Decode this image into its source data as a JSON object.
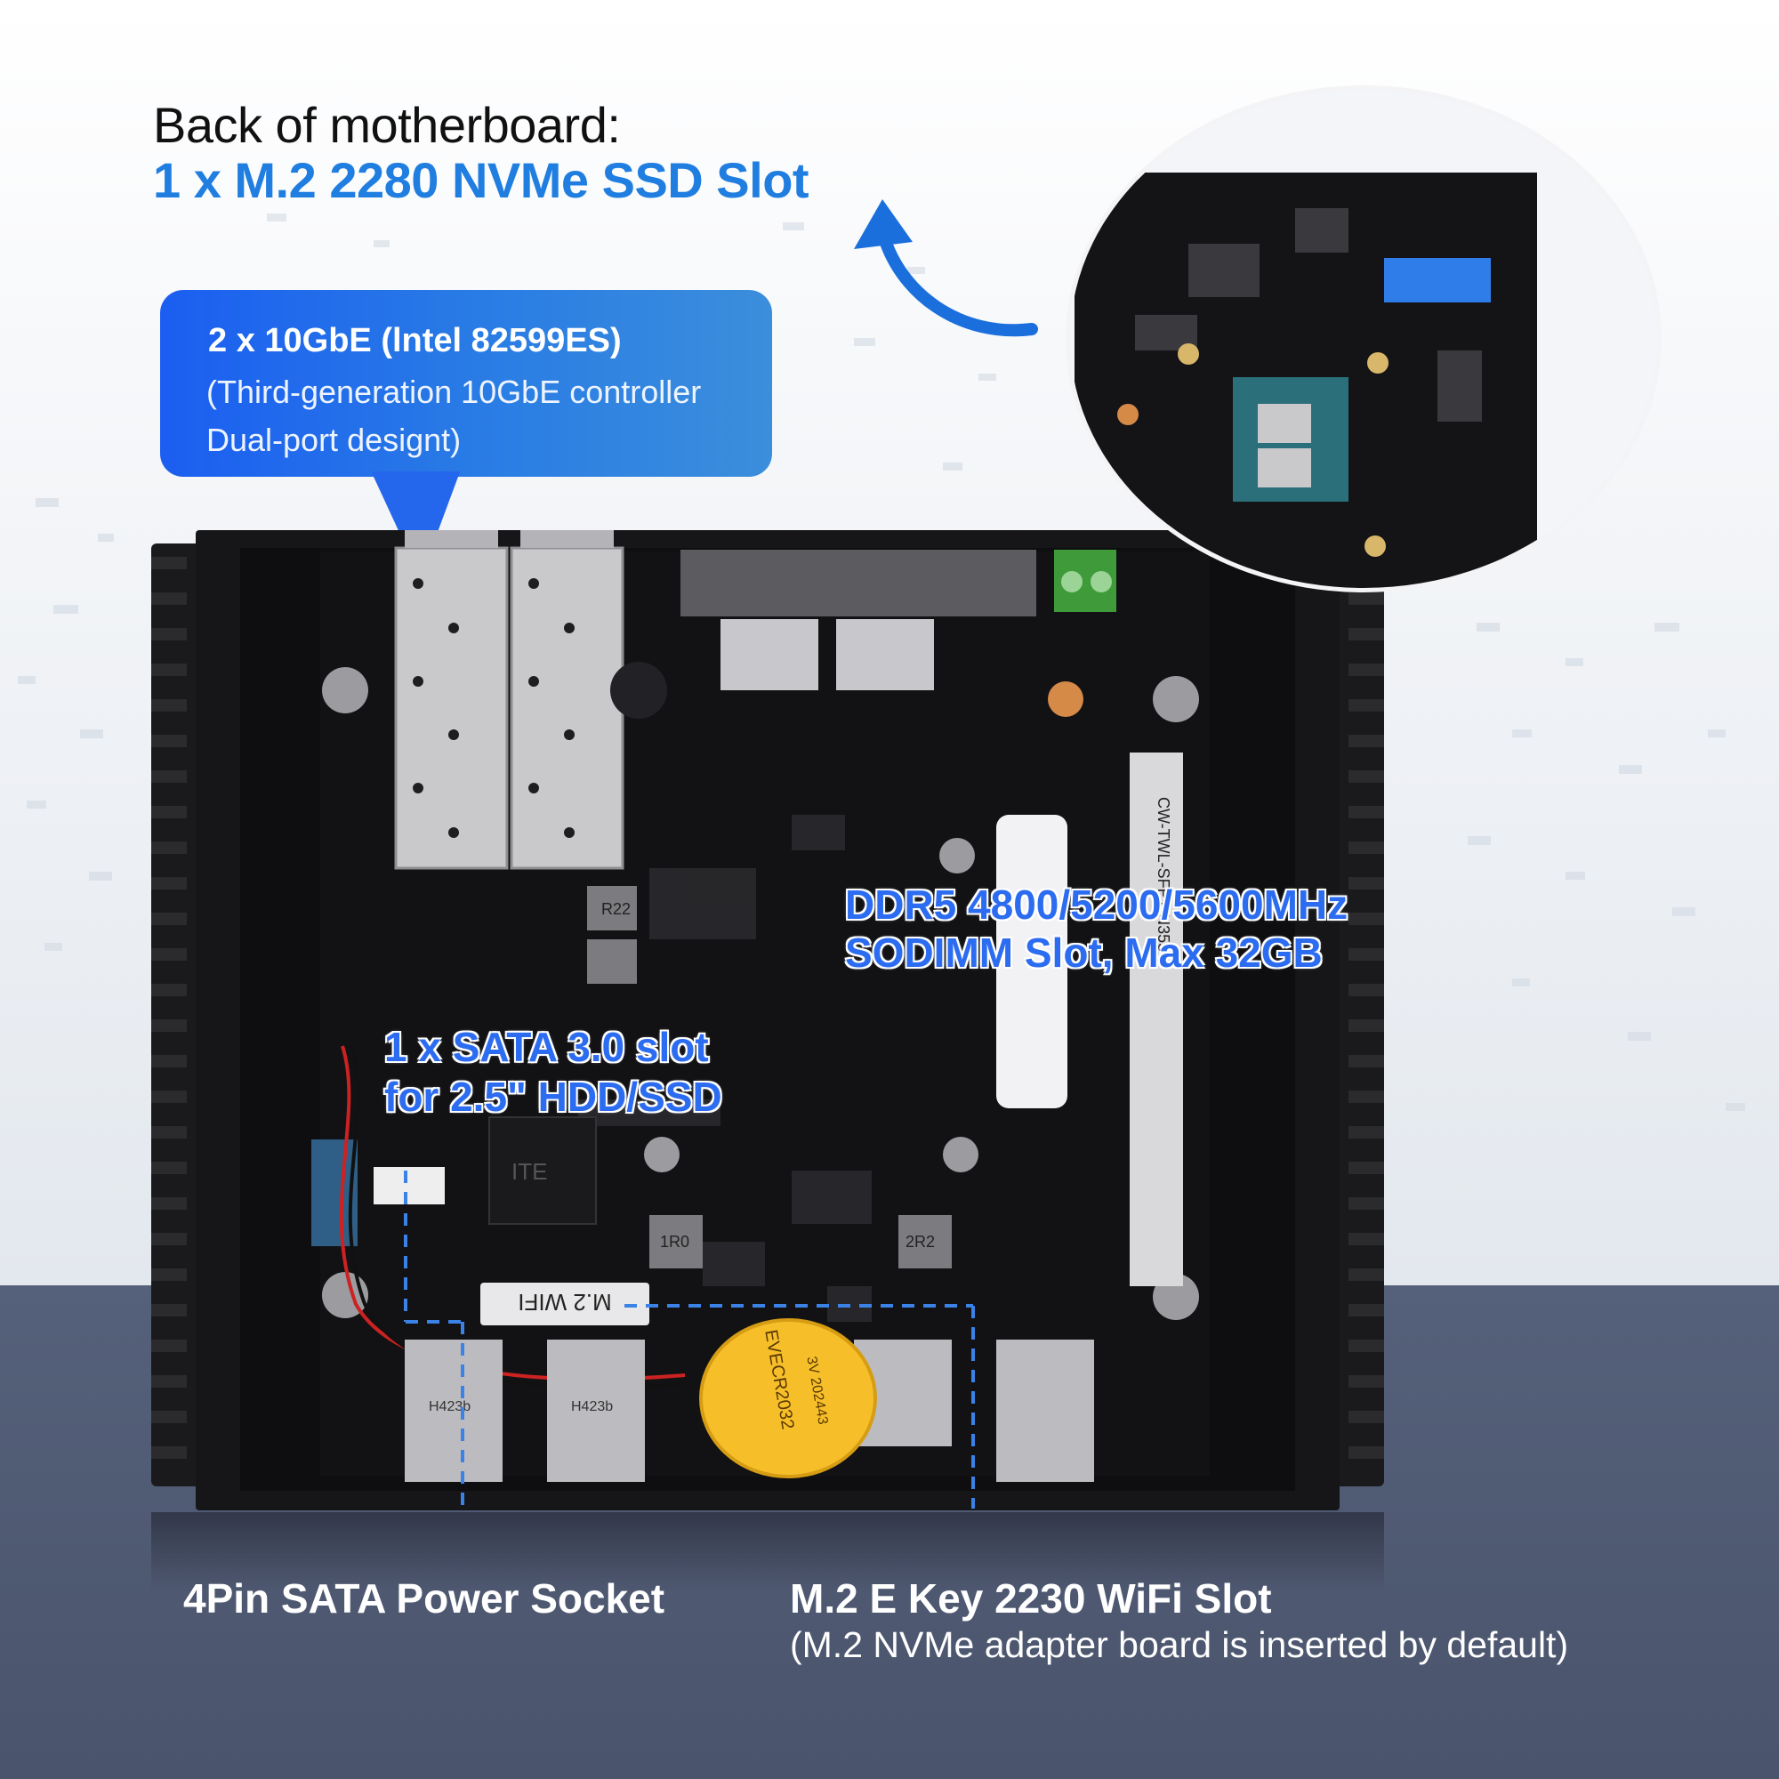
{
  "header": {
    "line1": "Back of motherboard:",
    "line2": "1 x M.2 2280 NVMe SSD Slot"
  },
  "callout": {
    "title": "2 x 10GbE (lntel 82599ES)",
    "line1": "(Third-generation 10GbE controller",
    "line2": "Dual-port designt)"
  },
  "annotations": {
    "ddr_line1": "DDR5 4800/5200/5600MHz",
    "ddr_line2": "SODIMM Slot, Max 32GB",
    "sata_line1": "1 x SATA 3.0 slot",
    "sata_line2": "for 2.5\" HDD/SSD"
  },
  "board_labels": {
    "wifi_slot": "M.2 WIFI",
    "battery": "EVECR2032",
    "battery_code": "3V 202443",
    "port_chip": "H423b",
    "inductor": "R22",
    "inductor2": "2R2",
    "inductor3": "1R0",
    "model": "CW-TWL-SFP+-N355",
    "chip": "ITE"
  },
  "bottom": {
    "left": "4Pin SATA Power Socket",
    "right_title": "M.2 E Key 2230 WiFi Slot",
    "right_sub": "(M.2 NVMe adapter board is inserted by default)"
  },
  "colors": {
    "accent_blue": "#2c6cf0",
    "callout_blue": "#1b5ef1",
    "bottom_bg": "#4f5a72"
  }
}
